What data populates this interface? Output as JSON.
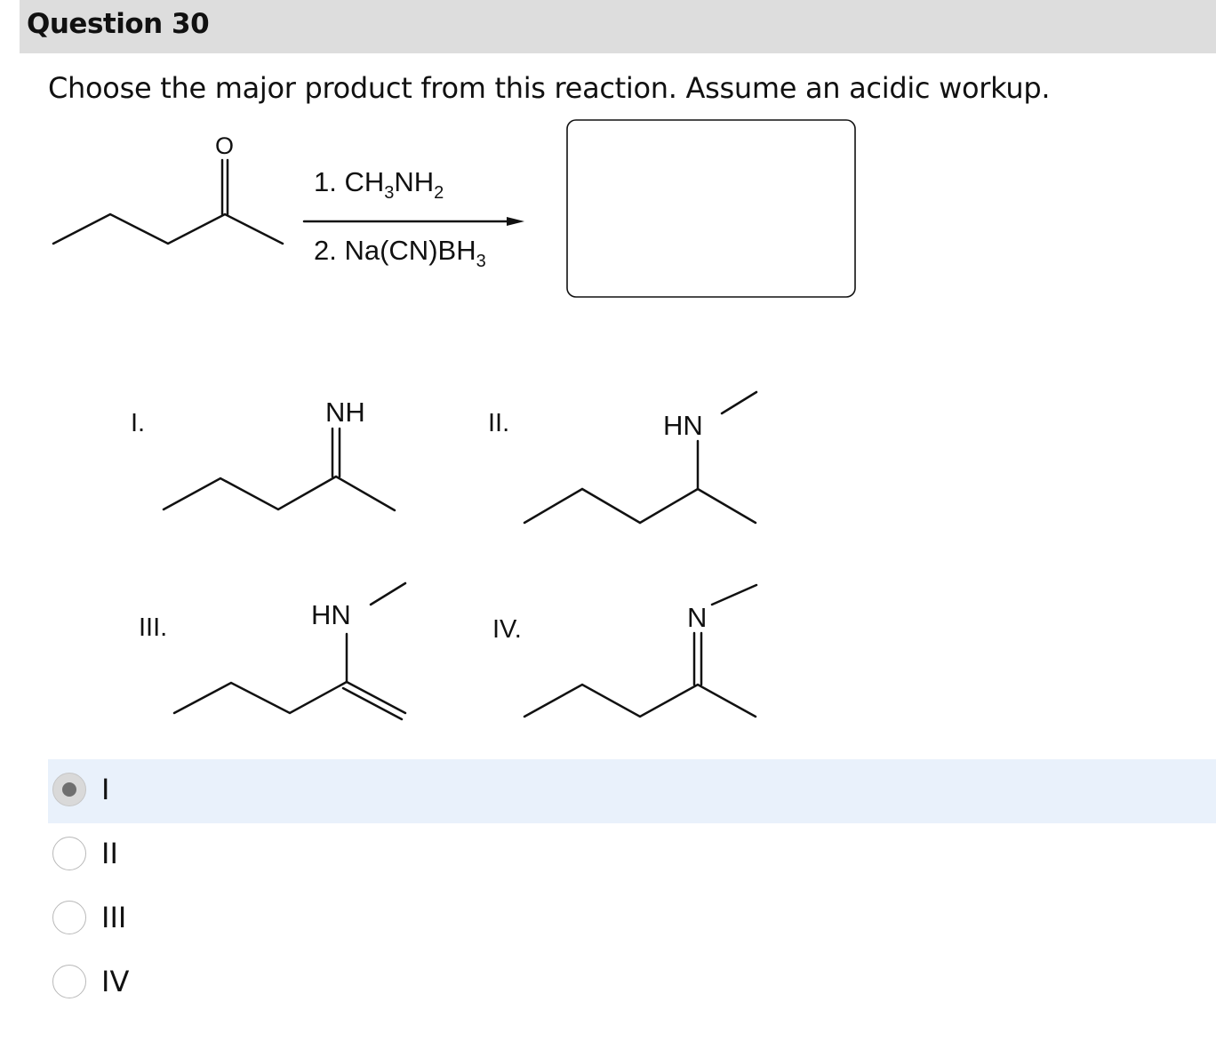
{
  "question": {
    "title": "Question 30",
    "prompt": "Choose the major product from this reaction. Assume an acidic workup."
  },
  "reaction": {
    "reactant_atom": "O",
    "reagent_1": {
      "prefix": "1. CH",
      "sub1": "3",
      "mid": "NH",
      "sub2": "2"
    },
    "reagent_2": {
      "prefix": "2. Na(CN)BH",
      "sub": "3"
    }
  },
  "structures": [
    {
      "numeral": "I.",
      "atom": "NH"
    },
    {
      "numeral": "II.",
      "atom": "HN"
    },
    {
      "numeral": "III.",
      "atom": "HN"
    },
    {
      "numeral": "IV.",
      "atom": "N"
    }
  ],
  "answers": {
    "selected_index": 0,
    "options": [
      {
        "label": "I"
      },
      {
        "label": "II"
      },
      {
        "label": "III"
      },
      {
        "label": "IV"
      }
    ]
  },
  "colors": {
    "header_bg": "#dddddd",
    "selected_row_bg": "#e9f1fb"
  }
}
